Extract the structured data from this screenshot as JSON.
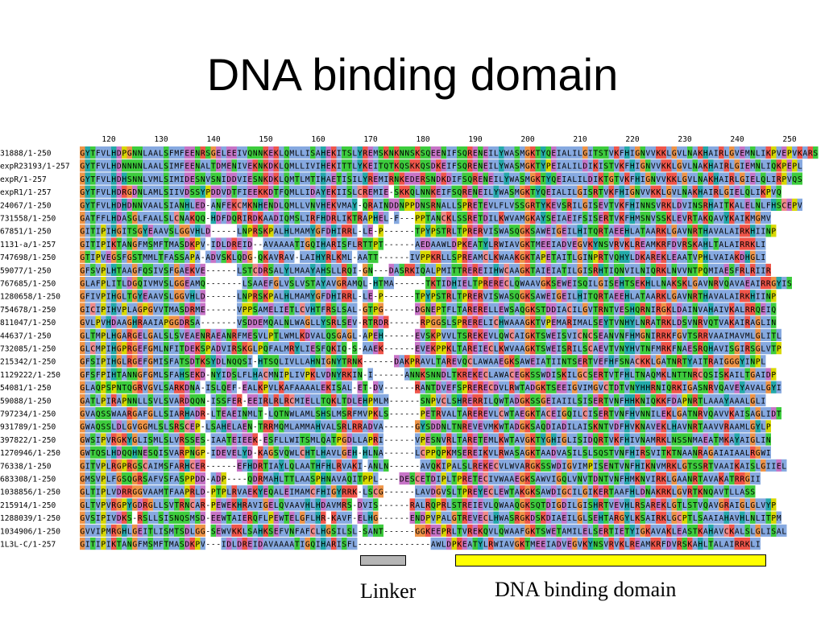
{
  "title": "DNA binding domain",
  "ruler": [
    "120",
    "130",
    "140",
    "150",
    "160",
    "170",
    "180",
    "190",
    "200",
    "210",
    "220",
    "230",
    "240",
    "250"
  ],
  "sequence_ids": [
    "31888/1-250",
    "expR23193/1-257",
    "expR/1-257",
    "expR1/1-257",
    "24067/1-250",
    "731558/1-250",
    "67851/1-250",
    "1131-a/1-257",
    "747698/1-250",
    "59077/1-250",
    "767685/1-250",
    "1280658/1-250",
    "754678/1-250",
    "811047/1-250",
    "44637/1-250",
    "732085/1-250",
    "215342/1-250",
    "1129222/1-250",
    "54081/1-250",
    "59088/1-250",
    "797234/1-250",
    "931789/1-250",
    "397822/1-250",
    "1270946/1-250",
    "76338/1-250",
    "683308/1-250",
    "1038856/1-250",
    "215914/1-250",
    "1288039/1-250",
    "1034906/1-250",
    "1L3L-C/1-257"
  ],
  "sequences": [
    "GYTFVLHDPGNNLAALSFMFEENRSGELEEIVQNNKEKLQMLLISAHEKITSLYREMSKNKNNSKSQEENIFSQRENEILYWASMGKTYQEIALILGITSTVKFHIGNVVKKLGVLNAKHAIRLGVEMNLIKPVEPVKARS",
    "GYTFVLHDNNNNLAALSIMFEENALTDMENIVEKNKDKLQMLLIVIHEKITTLYKEITQTKQSKKQSDKEIFSQRENEILYWASMGKTYPEIALILDIKISTVKFHIGNVVKKLGVLNAKHAIRLGIEMNLIQKPEPL",
    "GYTFVLHDHSNNLVMLSIMIDESNVSNIDDVIESNKDKLQMTLMTIHAETISILYREMIRNKEDERSNDKDIFSQRENEILYWASMGKTYQEIALILDIKTGTVKFHIGNVVKKLGVLNAKHAIRLGIELQLIRPVQS",
    "GYTFVLHDRGDNLAMLSIIVDSSYPDDVDTFIEEKKDTFQMLLIDAYEKIISLCREMIE-SKKQLNNKEIFSQRENEILYWASMGKTYQEIALILGISRTVKFHIGNVVKKLGVLNAKHAIRLGIELQLIKPVQ",
    "GYTFVLHDHDNNVAALSIANHLED-ANFEKCMKNHENDLQMLLVNVHEKVMAY-QRAINDDNPPDNSRNALLSPRETEVLFLVSSGRTYKEVSRILGISEVTVKFHINNSVRKLDVINSRHAITKALELNLFHSCEPV",
    "GATFFLHDASGLFAALSLCNAKQQ-HDFDQRIRDKAADIQMSLIRFHDRLIKTRAPHEL-F---PPTANCKLSSRETDILKWVAMGKAYSEIAEIFSISERTVKFHMSNVSSKLEVRTAKQAVYKAIKMGMV",
    "GITIPIHGITSGYEAAVSLGGVHLD-----LNPRSKPALHLMAMYGFDHIRRL-LE-P------TPYPSTRLTPRERVISWASQGKSAWEIGEILHITQRTAEEHLATAARKLGAVNRTHAVALAIRKHIINP",
    "GITIPIKTANGFMSMFTMASDKPV-IDLDREID--AVAAAATIGQIHARISFLRTTPT------AEDAAWLDPKEATYLRWIAVGKTMEEIADVEGVKYNSVRVKLREAMKRFDVRSKAHLTALAIRRKLI",
    "GTIPVEGSFGSTMMLTFASSAPA-ADVSKLQDG-QKAVRAV-LAIHYRLKML-AATT------IVPPKRLLSPREAMCLKWAAKGKTAPETAITLGINPRTVQHYLDKAREKLEAATVPHLVAIAKDHGLI",
    "GFSVPLHTAAGFQSIVSFGAEKVE------LSTCDRSALYLMAAYAHSLLRQI-GN---DASRKIQALPMITTREREIIHWCAAGKTAIEIATILGISRHTIQNVILNIQRKLNVVNTPQMIAESFRLRIIR",
    "GLAFPLITLDGQIVMVSLGGEAMQ-------LSAAEFGLVSLVSTAYAVGRAMQL-HTMA------TKTIDHIELTPRERECLQWAAVGKSEWEISQILGISEHTSEKHLLNAKSKLGAVNRVQAVAEAIRRGYIS",
    "GFIVPIHGLTGYEAAVSLGGVHLD------LNPRSKPALHLMAMYGFDHIRRL-LE-P------TPYPSTRLTPRERVISWASQGKSAWEIGEILHITQRTAEEHLATAARKLGAVNRTHAVALAIRKHIINP",
    "GICIPIHVPLAGPGVVTMASDRME------VPPSAMELIETLCVHTFRSLSAL-GTPG------DGNEPTFLTARERELLEWSAQGKSTDDIACILGVTRNTVESHQRNIRGKLDAINVAHAIVKALRRQEIQ",
    "GVLPVHDAAGHRAAIAPGGDRSA-------VSDDEMQALNLWAGLLYSRLSEV-RTRDR------RPGGSLSPRERELICHWAAAGKTVPEMARIMALSEYTVNHYLNRATRKLDSVNRVQTVAKAIRAGLIN",
    "GLTMPLHGARGELGALSLSVEAENRAEANRFMESVLPTLWMLKDVALQSGAGL-APEH------EVSKPVVLTSREKEVLQWCAIGKTSWEISVICNCSEANVNFHMGNIRRKFGVTSRRVAAIMAVMLGLITL",
    "GLCMPIHGPRGEFGMLNFITDEKSPADVIRSKGLPQFALMRYLIESFQKIQ-S-AAEK------EVEKPPKLTAREIECLKWVAAGKTSWEISRILSCAEVTVNYHVTNFMRKFNAESRQHAVISGIRSGLVTP",
    "GFSIPIHGLRGEFGMISFATSDTKSYDLNQQSI-HTSQLIVLLAHNIGNYTRNK------DAKPRAVLTAREVQCLAWAAEGKSAWEIATIINTSERTVEFHFSNACKKLGATNRTYAITRAIGGGYINPL",
    "GFSFPIHTANNGFGMLSFAHSEKD-NYIDSLFLHACMNIPLIVPKLVDNYRKIN-I------ANNKSNNDLTKREKECLAWACEGKSSWDISKILGCSERTVTFHLTNAQMKLNTTNRCQSISKAILTGAIDP",
    "GLAQPSPNTQGRVGVLSARKDNA-ISLQEF-EALKPVLKAFAAAALEKISAL-ET-DV------RANTDVEFSPRERECDVLRWTADGKTSEEIGVIMGVCTDTVNYHHRNIQRKIGASNRVQAVEYAVALGYI",
    "GATLPIRAPNNLLSVLSVARDQQN-ISSFER-EEIRLRLRCMIELLTQKLTDLEHPMLM------SNPVCLSHRERRILQWTADGKSSGEIAIILSISERTVNFHHKNIQKKFDAPNRTLAAAYAAALGLI",
    "GVAQSSWAARGAFGLLSIARHADR-LTEAEINMLT-LQTNWLAMLSHSLMSRFMVPKLS------PETRVALTAREREVLCWTAEGKTACEIGQILCISERTVNFHVNNILEKLGATNRVQAVVKAISAGLIDT",
    "GWAQSSLDLGVGGMLSLSRSCEP-LSAHELAEN-TRRMQMLAMMAHVALSRLRRADVA------GYSDDNLTNREVEVMKWTADGKSAQDIADILAISKNTVDFHVKNAVEKLHAVNRTAAVVRAAMLGYLP",
    "GWSIPVRGKYGLISMLSLVRSSES-IAATEIEEK-ESFLLWITSMLQATPGDLLAPRI------VPESNVRLTARETEMLKWTAVGKTYGHIGLISIDQRTVKFHIVNAMRKLNSSNMAEATMKAYAIGLIN",
    "GWTQSLHDQQHNESQISVARPNGP-IDEVELYD-KAGSVQWLCHTLHAVLGEH-HLNA------LCPPQPKMSEREIKVLRWASAGKTAADVASILSLSQSTVNFHIRSVITKTNAANRAGAIAIAALRGWI",
    "GITVPLRGPRGSCAIMSFARHCER------EFHDRTIAYLQLAATHFHLRVAKI-ANLN------AVQKIPALSLREKECVLWVARGKSSWDIGVIMPISENTVNFHIKNVMRKLGTSSRTVAAIKAISLGIIEL",
    "GMSVPLFGSQGRSAFVSFASPPDD-ADP----QDRMAHLTTLAASPHNAVAQITPPL----DESCETDIPLTPRETECIVWAAEGKSAWVIGQLVNVTDNTVNFHMKNVIRKLGAANRTAVAKATRRGII",
    "GLTIPLVDRRGGVAAMTFAAPRLD-PTPLRVAEKYEQALEIMAMCFHIGYRRK-LSCG------LAVDGVSLTPREYECLEWTAKGKSAWDIGCILGIKERTAAFHLDNAKRKLGVRTKNQAVTLLASS",
    "GLTVPVRGPYGDRGLLSVTRNCAR-PEWEKHRAVIGELQVAAVHLHDAVMRS-DVIS------RALRQPRLSTREIEVLQWAAQGKSQTDIGDILGISHRTVEVHLRSAREKLGTLSTVQAVGRAIGLGLVYP",
    "GVSIPIVDKS-RSLLSISNQSMSD-EEWTAIERQFLPEWTELGFLHR-KAVF-ELHG------ENDPVPALGTREVECLHWASRGKDSKDIAEILGLSEHTARGYLKSAIRKLGCPTLSAAIAHAVHLNLITPM",
    "GVVIPMRGHLGEITLISMTSDLGG-SEWVKKLSAHKSEFVNFAFCLHGSILSL-SANT------GGKEEPRLTVREKQVLQWAAFGKTSWETAMILELSERTIETYIGKAVAKLEASTKAHAVCKALSLGLISAL",
    "GITIPIKTANGFMSMFTMASDKPV---IDLDREIDAVAAAATIGQIHARISFL--------------AWLDPKEATYLRWIAVGKTMEEIADVEGVKYNSVRVKLREAMKRFDVRSKAHLTALAIRRKLI"
  ],
  "linker_label": "Linker",
  "domain_label": "DNA binding domain",
  "residue_colors": {
    "A": "#86a9e0",
    "I": "#86a9e0",
    "L": "#86a9e0",
    "M": "#86a9e0",
    "F": "#86a9e0",
    "W": "#86a9e0",
    "V": "#86a9e0",
    "R": "#f0554a",
    "K": "#f0554a",
    "E": "#c774c7",
    "D": "#c774c7",
    "N": "#3dcc3d",
    "Q": "#3dcc3d",
    "S": "#3dcc3d",
    "T": "#3dcc3d",
    "G": "#ef9447",
    "P": "#d8d800",
    "C": "#f08a8a",
    "H": "#23a9a9",
    "Y": "#23a9a9"
  },
  "linker_bar_color": "#b5b5b5",
  "domain_bar_color": "#ffff00"
}
